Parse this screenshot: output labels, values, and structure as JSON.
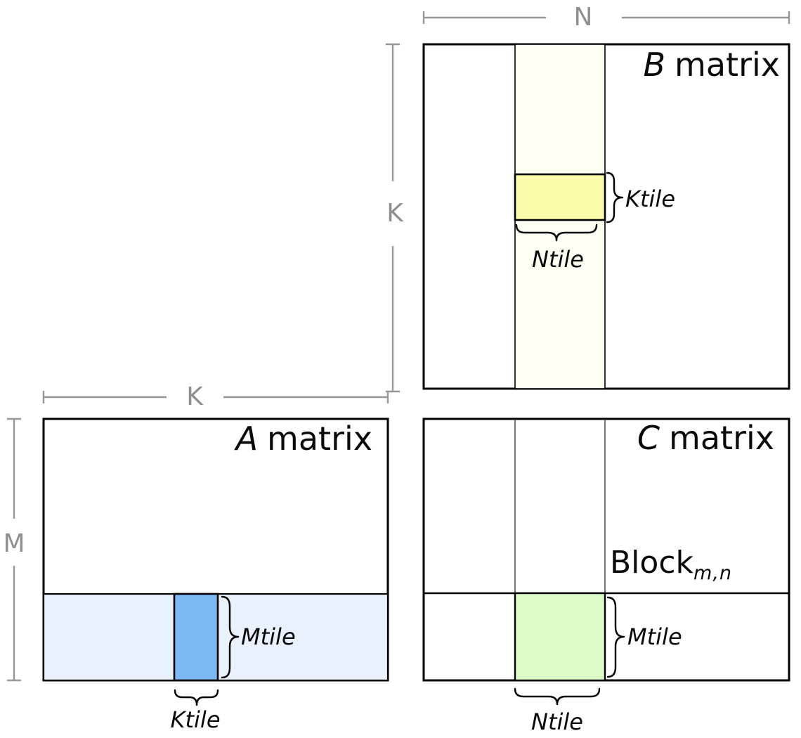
{
  "colors": {
    "matrix_fill": "#FFFFFF",
    "b_column_fill": "#FEFEF2",
    "b_tile_fill": "#FBFCA9",
    "a_band_fill": "#E8F1FC",
    "a_tile_fill": "#7CB9F5",
    "c_tile_fill": "#DDFBC6",
    "dimension_gray": "#979797",
    "line_black": "#000000"
  },
  "b_matrix": {
    "title_letter": "B",
    "title_word": "matrix",
    "dim_width_label": "N",
    "dim_height_label": "K",
    "tile_height_label": "Ktile",
    "tile_width_label": "Ntile"
  },
  "a_matrix": {
    "title_letter": "A",
    "title_word": "matrix",
    "dim_width_label": "K",
    "dim_height_label": "M",
    "tile_height_label": "Mtile",
    "tile_width_label": "Ktile"
  },
  "c_matrix": {
    "title_letter": "C",
    "title_word": "matrix",
    "block_label_base": "Block",
    "block_label_sub": "m,n",
    "tile_height_label": "Mtile",
    "tile_width_label": "Ntile"
  }
}
